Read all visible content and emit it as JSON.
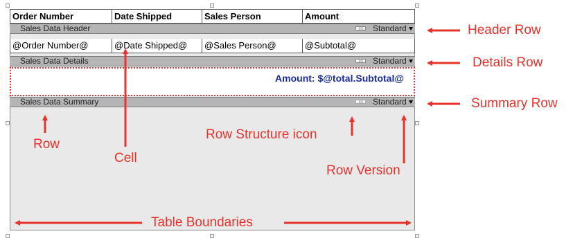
{
  "header_columns": [
    "Order Number",
    "Date Shipped",
    "Sales Person",
    "Amount"
  ],
  "detail_fields": [
    "@Order Number@",
    "@Date Shipped@",
    "@Sales Person@",
    "@Subtotal@"
  ],
  "bands": [
    {
      "label": "Sales Data Header",
      "version": "Standard"
    },
    {
      "label": "Sales Data Details",
      "version": "Standard"
    },
    {
      "label": "Sales Data Summary",
      "version": "Standard"
    }
  ],
  "summary_expression": "Amount: $@total.Subtotal@",
  "annotations": {
    "header_row": "Header Row",
    "details_row": "Details Row",
    "summary_row": "Summary Row",
    "row": "Row",
    "cell": "Cell",
    "row_structure_icon": "Row Structure icon",
    "row_version": "Row Version",
    "table_boundaries": "Table Boundaries"
  },
  "colors": {
    "annotation": "#e8322b",
    "expression": "#1a2c9a",
    "band": "#b5b5b5",
    "table_background": "#e9e9e9"
  }
}
